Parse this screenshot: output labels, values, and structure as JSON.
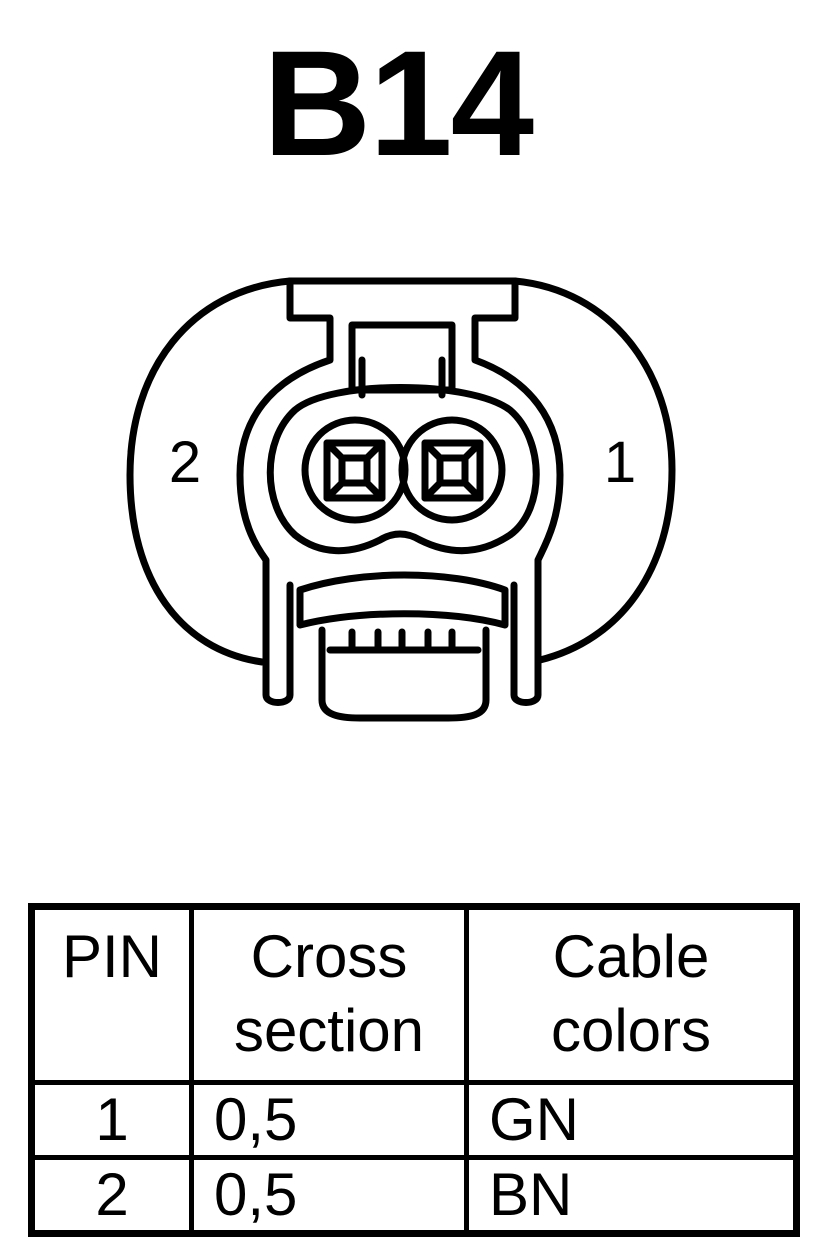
{
  "title": "B14",
  "connector": {
    "pin_labels": {
      "left": "2",
      "right": "1"
    },
    "stroke_color": "#000000",
    "background_color": "#ffffff"
  },
  "table": {
    "headers": [
      {
        "line1": "PIN",
        "line2": ""
      },
      {
        "line1": "Cross",
        "line2": "section"
      },
      {
        "line1": "Cable",
        "line2": "colors"
      }
    ],
    "rows": [
      {
        "pin": "1",
        "cross_section": "0,5",
        "cable_color": "GN"
      },
      {
        "pin": "2",
        "cross_section": "0,5",
        "cable_color": "BN"
      }
    ]
  }
}
